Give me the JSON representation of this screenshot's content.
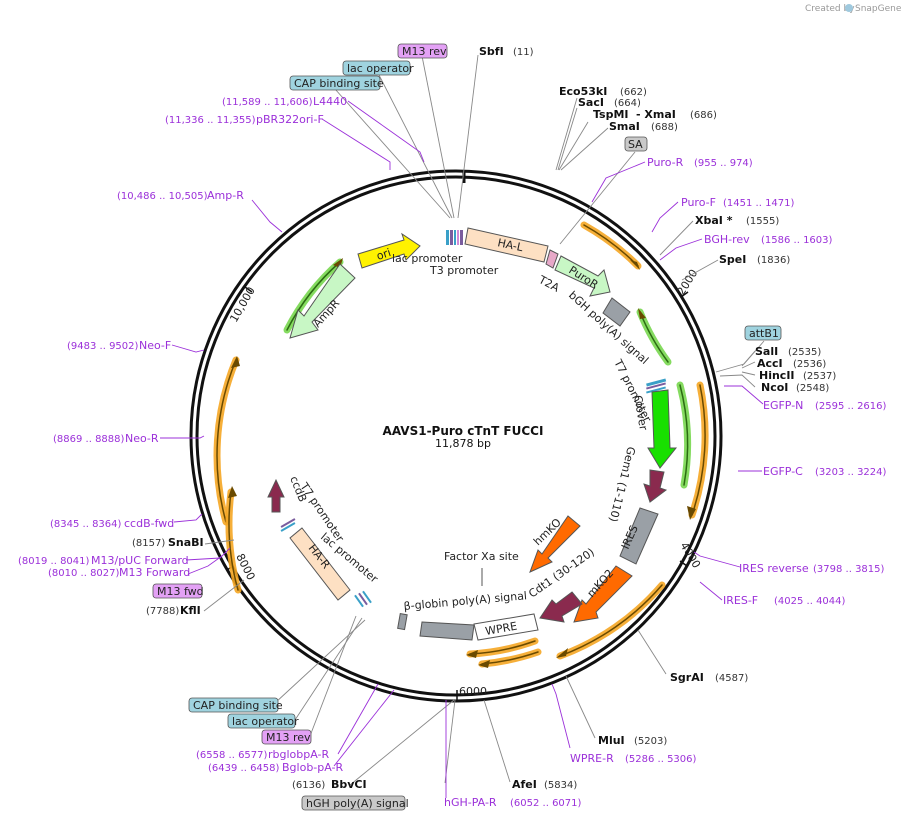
{
  "credit": {
    "text": "Created by",
    "brand": "SnapGene"
  },
  "plasmid": {
    "name": "AAVS1-Puro cTnT FUCCI",
    "size": "11,878 bp"
  },
  "ring_ticks": [
    "2000",
    "4000",
    "6000",
    "8000",
    "10,000"
  ],
  "colors": {
    "orf": "#f5a623",
    "green": "#7ed957",
    "clover": "#18e000",
    "mko2": "#ff6a00",
    "wine": "#8a2a4e",
    "gray": "#9aa0a6",
    "peach": "#fde0c3",
    "yellow": "#fff200",
    "lightgreen": "#c8f7c5",
    "primer": "#9b30d9",
    "blue_box": "#9fd3df",
    "pink_box": "#e3a1f5",
    "gray_box": "#c9c9c9"
  },
  "sites": [
    {
      "name": "SbfI",
      "pos": "(11)"
    },
    {
      "name": "Eco53kI",
      "pos": "(662)"
    },
    {
      "name": "SacI",
      "pos": "(664)"
    },
    {
      "name": "TspMI",
      "pos": ""
    },
    {
      "name": "- XmaI",
      "pos": "(686)"
    },
    {
      "name": "SmaI",
      "pos": "(688)"
    },
    {
      "name": "XbaI *",
      "pos": "(1555)"
    },
    {
      "name": "SpeI",
      "pos": "(1836)"
    },
    {
      "name": "SalI",
      "pos": "(2535)"
    },
    {
      "name": "AccI",
      "pos": "(2536)"
    },
    {
      "name": "HincII",
      "pos": "(2537)"
    },
    {
      "name": "NcoI",
      "pos": "(2548)"
    },
    {
      "name": "SgrAI",
      "pos": "(4587)"
    },
    {
      "name": "MluI",
      "pos": "(5203)"
    },
    {
      "name": "AfeI",
      "pos": "(5834)"
    },
    {
      "name": "BbvCI",
      "pos": "(6136)"
    },
    {
      "name": "KflI",
      "pos": "(7788)"
    },
    {
      "name": "SnaBI",
      "pos": "(8157)"
    }
  ],
  "primers": [
    {
      "name": "Puro-R",
      "range": "(955 .. 974)"
    },
    {
      "name": "Puro-F",
      "range": "(1451 .. 1471)"
    },
    {
      "name": "BGH-rev",
      "range": "(1586 .. 1603)"
    },
    {
      "name": "EGFP-N",
      "range": "(2595 .. 2616)"
    },
    {
      "name": "EGFP-C",
      "range": "(3203 .. 3224)"
    },
    {
      "name": "IRES reverse",
      "range": "(3798 .. 3815)"
    },
    {
      "name": "IRES-F",
      "range": "(4025 .. 4044)"
    },
    {
      "name": "WPRE-R",
      "range": "(5286 .. 5306)"
    },
    {
      "name": "hGH-PA-R",
      "range": "(6052 .. 6071)"
    },
    {
      "name": "rbglobpA-R",
      "range": "(6558 .. 6577)"
    },
    {
      "name": "Bglob-pA-R",
      "range": "(6439 .. 6458)"
    },
    {
      "name": "M13 Forward",
      "range": "(8010 .. 8027)"
    },
    {
      "name": "M13/pUC Forward",
      "range": "(8019 .. 8041)"
    },
    {
      "name": "ccdB-fwd",
      "range": "(8345 .. 8364)"
    },
    {
      "name": "Neo-R",
      "range": "(8869 .. 8888)"
    },
    {
      "name": "Neo-F",
      "range": "(9483 .. 9502)"
    },
    {
      "name": "Amp-R",
      "range": "(10,486 .. 10,505)"
    },
    {
      "name": "pBR322ori-F",
      "range": "(11,336 .. 11,355)"
    },
    {
      "name": "L4440",
      "range": "(11,589 .. 11,606)"
    }
  ],
  "boxed": {
    "m13rev_top": "M13 rev",
    "lacop_top": "lac operator",
    "cap_top": "CAP binding site",
    "sa": "SA",
    "attb1": "attB1",
    "cap_bottom": "CAP binding site",
    "lacop_bottom": "lac operator",
    "m13rev_bottom": "M13 rev",
    "hgh": "hGH poly(A) signal",
    "m13fwd": "M13 fwd"
  },
  "features": {
    "ha_l": "HA-L",
    "t2a": "T2A",
    "puror": "PuroR",
    "bgh": "bGH poly(A) signal",
    "t7_right": "T7 promoter",
    "clover": "Clover",
    "gem1": "Gem1 (1-110)",
    "ires": "IRES",
    "hmko": "hmKO",
    "mko2": "mKO2",
    "cdt1": "Cdt1 (30-120)",
    "wpre": "WPRE",
    "factor_xa": "Factor Xa site",
    "bglobin": "β-globin poly(A) signal",
    "ha_r": "HA-R",
    "lac_left": "lac promoter",
    "t7_left": "T7 promoter",
    "ccdb": "ccdB",
    "ampr": "AmpR",
    "ori": "ori",
    "lac_top": "lac promoter",
    "t3_top": "T3 promoter"
  }
}
